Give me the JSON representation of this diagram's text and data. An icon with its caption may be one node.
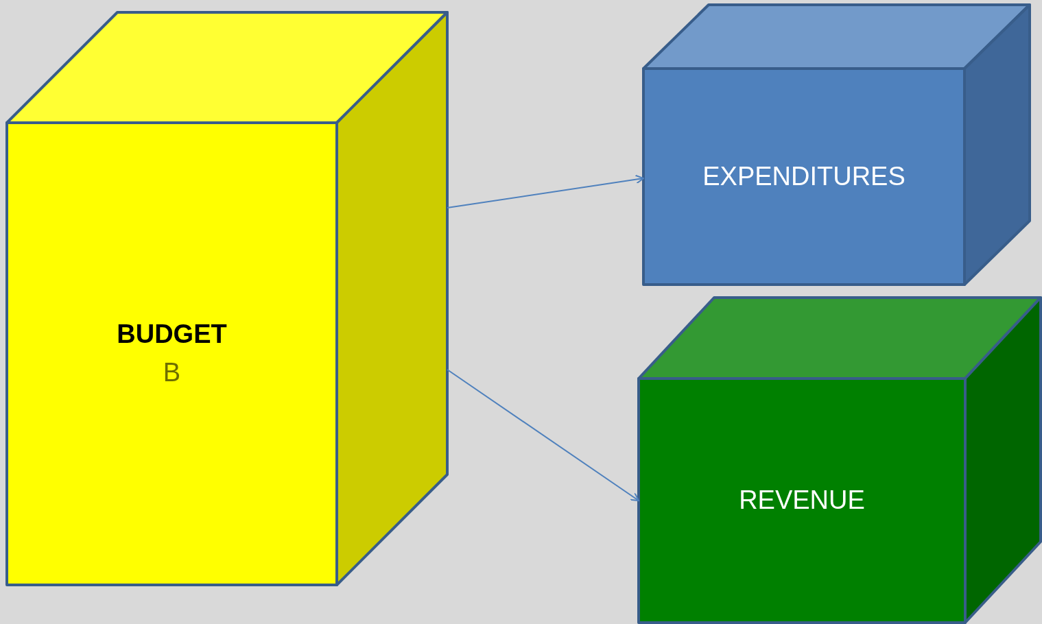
{
  "diagram": {
    "nodes": [
      {
        "text": [
          "BUDGET",
          "B"
        ]
      },
      {
        "text": [
          "EXPENDITURES"
        ]
      },
      {
        "text": [
          "REVENUE"
        ]
      }
    ],
    "edges": [
      {
        "from": 0,
        "to": 1,
        "arrow": "to"
      },
      {
        "from": 0,
        "to": 2,
        "arrow": "to"
      }
    ]
  }
}
